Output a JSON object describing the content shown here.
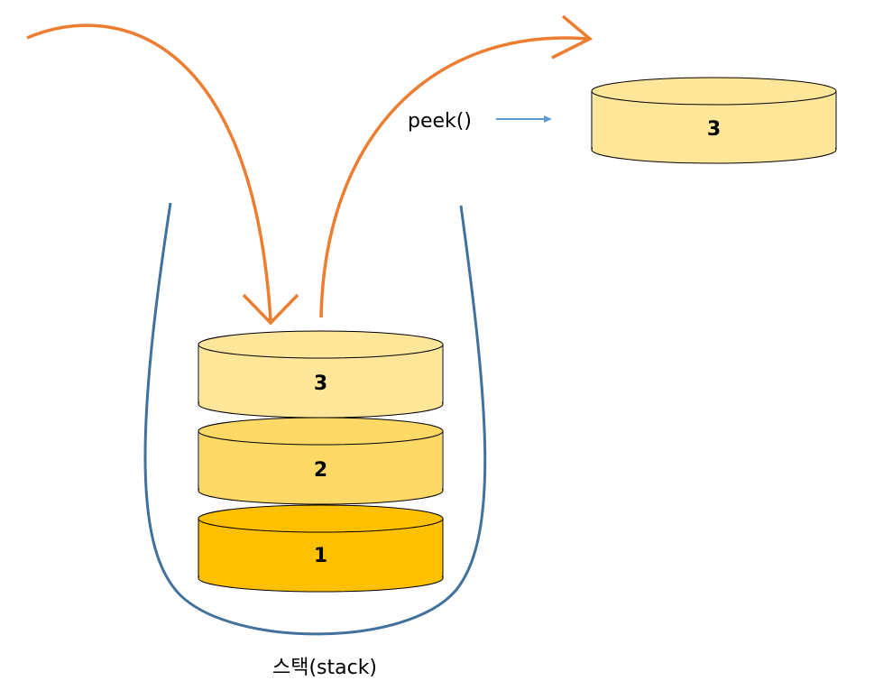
{
  "diagram": {
    "stack_items": [
      {
        "label": "3",
        "color": "#FFE699"
      },
      {
        "label": "2",
        "color": "#FFD966"
      },
      {
        "label": "1",
        "color": "#FFC000"
      }
    ],
    "peeked_item": {
      "label": "3",
      "color": "#FFE699"
    },
    "peek_label": "peek()",
    "stack_caption": "스택(stack)",
    "colors": {
      "container_stroke": "#41719C",
      "arrow": "#ED7D31",
      "peek_arrow": "#5B9BD5",
      "disk_stroke": "#000000"
    }
  }
}
